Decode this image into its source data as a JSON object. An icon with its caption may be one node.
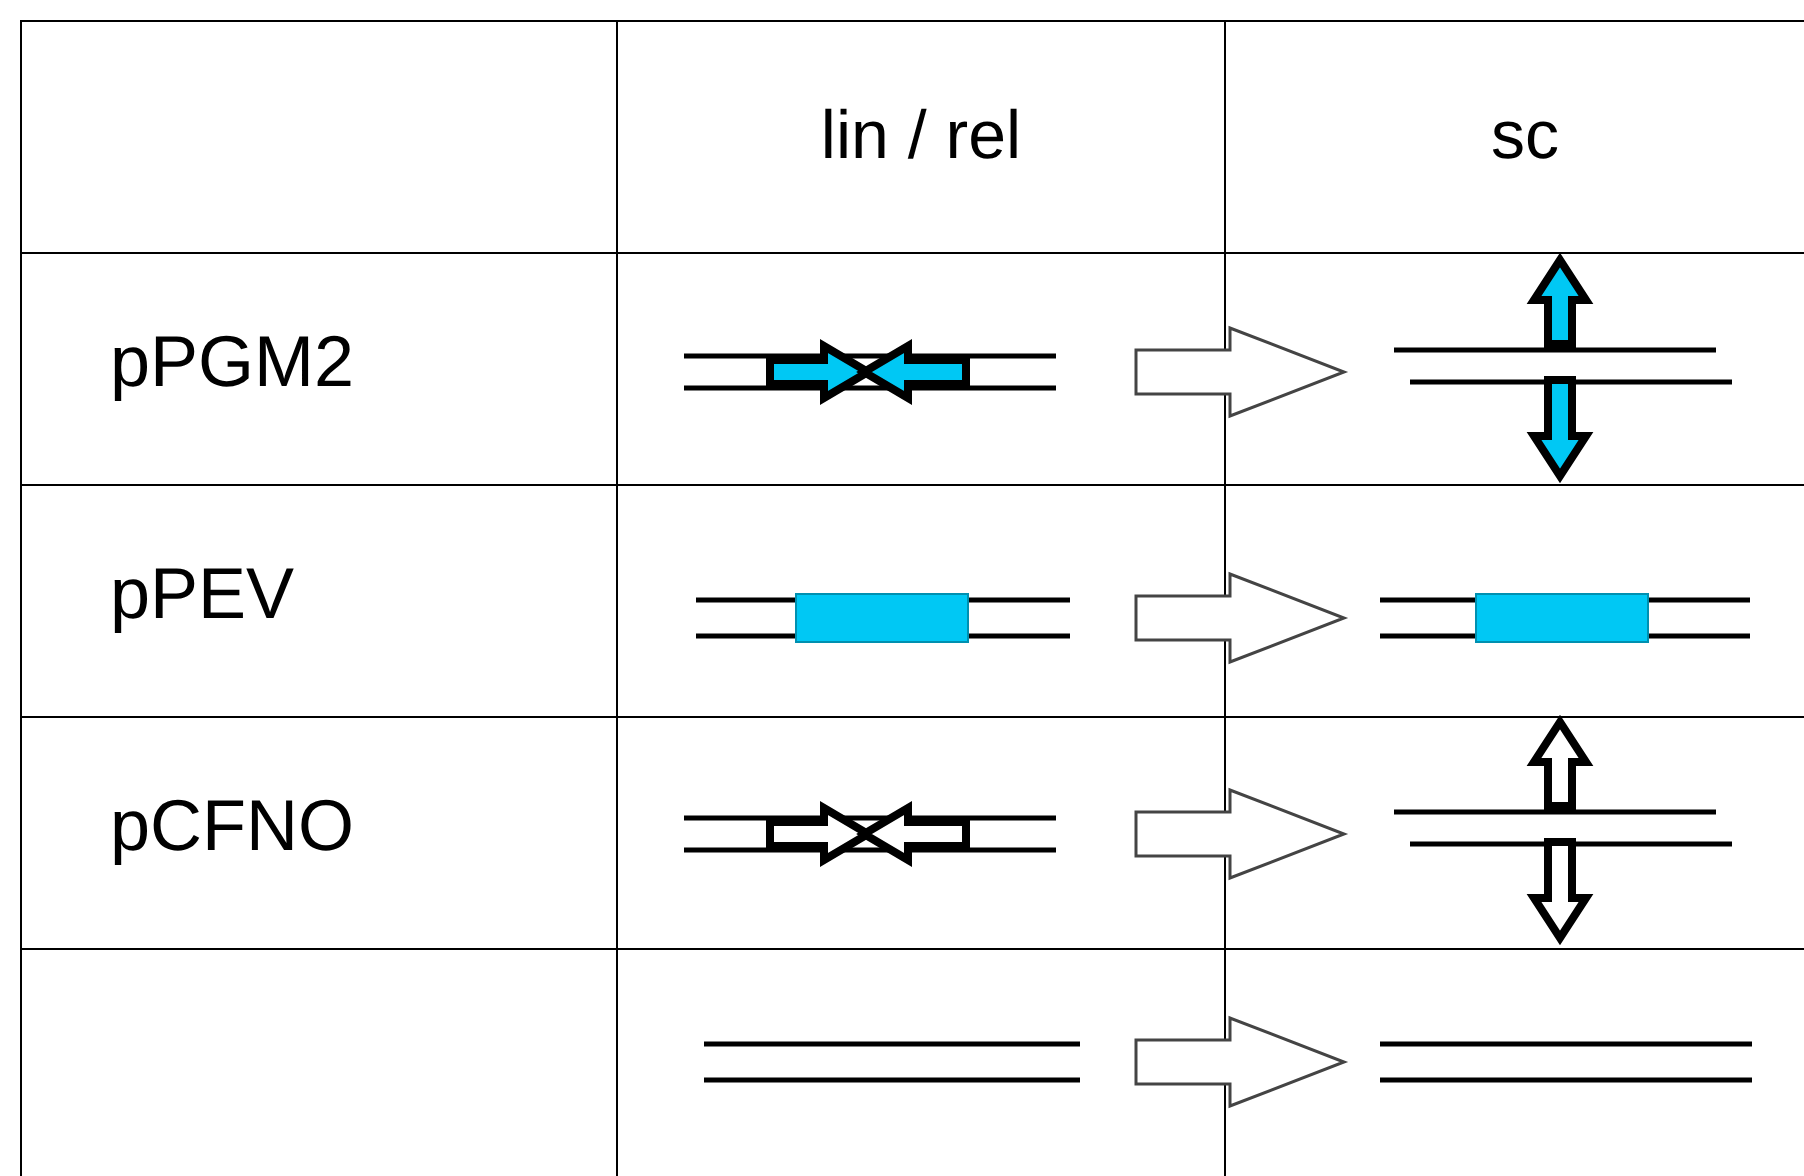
{
  "diagram": {
    "labels": [
      "lin / rel",
      "sc",
      "pPGM2",
      "pPEV",
      "pCFNO"
    ]
  }
}
